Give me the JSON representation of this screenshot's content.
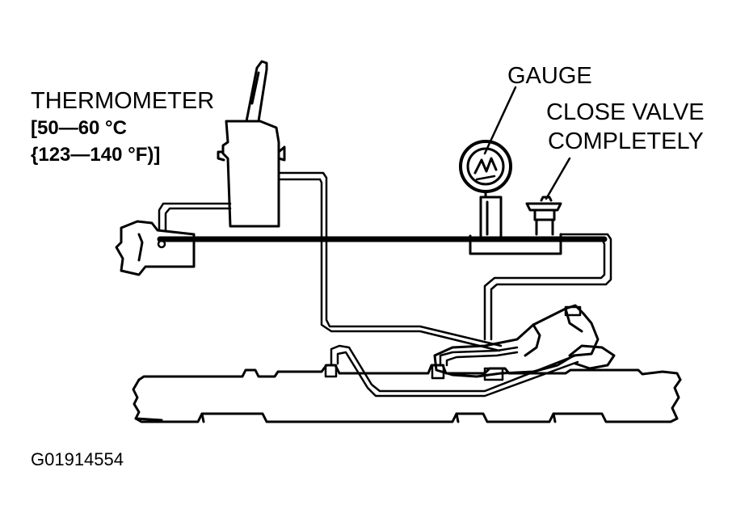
{
  "labels": {
    "thermometer": "THERMOMETER",
    "celsius_range": "[50—60 °C",
    "fahrenheit_range": "{123—140 °F)]",
    "gauge": "GAUGE",
    "valve_line1": "CLOSE VALVE",
    "valve_line2": "COMPLETELY",
    "figure_id": "G01914554"
  },
  "colors": {
    "ink": "#000000",
    "paper": "#ffffff"
  }
}
